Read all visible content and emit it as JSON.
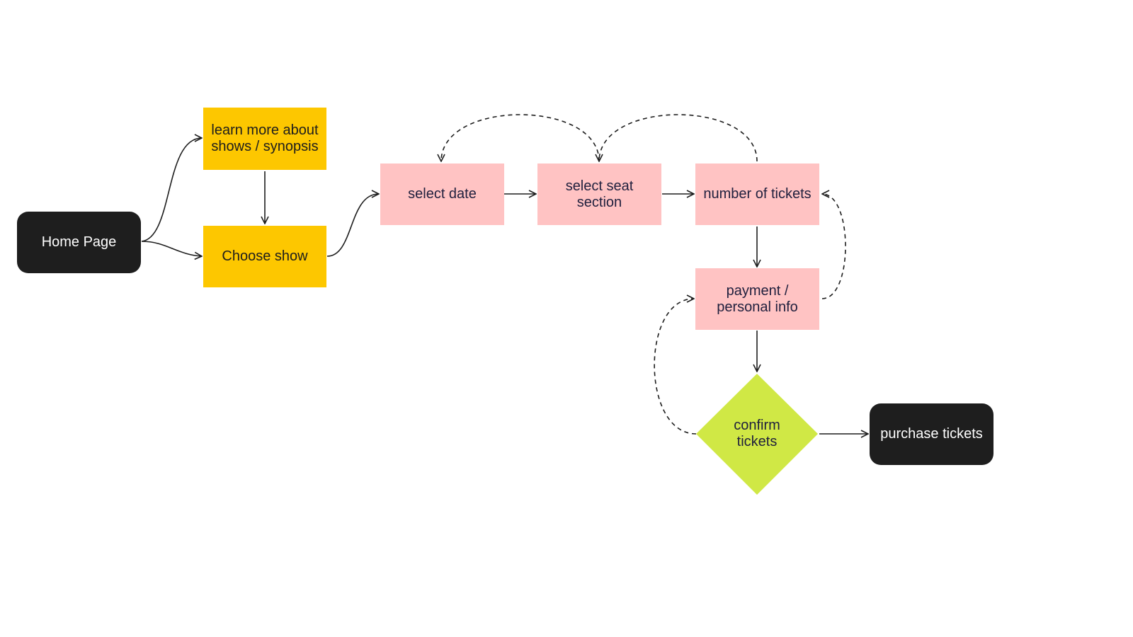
{
  "colors": {
    "terminal": "#1e1e1e",
    "yellow": "#fdc700",
    "pink": "#ffc3c3",
    "decision": "#d0e845",
    "edge": "#1d1d1d"
  },
  "nodes": {
    "home_page": "Home Page",
    "learn_more": "learn more about\nshows / synopsis",
    "choose_show": "Choose show",
    "select_date": "select date",
    "select_seat": "select seat\nsection",
    "number_tickets": "number of tickets",
    "payment": "payment /\npersonal info",
    "confirm": "confirm\ntickets",
    "purchase": "purchase tickets"
  },
  "edges": [
    {
      "from": "home_page",
      "to": "learn_more",
      "style": "solid"
    },
    {
      "from": "home_page",
      "to": "choose_show",
      "style": "solid"
    },
    {
      "from": "learn_more",
      "to": "choose_show",
      "style": "solid"
    },
    {
      "from": "choose_show",
      "to": "select_date",
      "style": "solid"
    },
    {
      "from": "select_date",
      "to": "select_seat",
      "style": "solid"
    },
    {
      "from": "select_seat",
      "to": "number_tickets",
      "style": "solid"
    },
    {
      "from": "number_tickets",
      "to": "payment",
      "style": "solid"
    },
    {
      "from": "payment",
      "to": "confirm",
      "style": "solid"
    },
    {
      "from": "confirm",
      "to": "purchase",
      "style": "solid"
    },
    {
      "from": "select_seat",
      "to": "select_date",
      "style": "dashed"
    },
    {
      "from": "number_tickets",
      "to": "select_seat",
      "style": "dashed"
    },
    {
      "from": "payment",
      "to": "number_tickets",
      "style": "dashed"
    },
    {
      "from": "confirm",
      "to": "payment",
      "style": "dashed"
    }
  ]
}
